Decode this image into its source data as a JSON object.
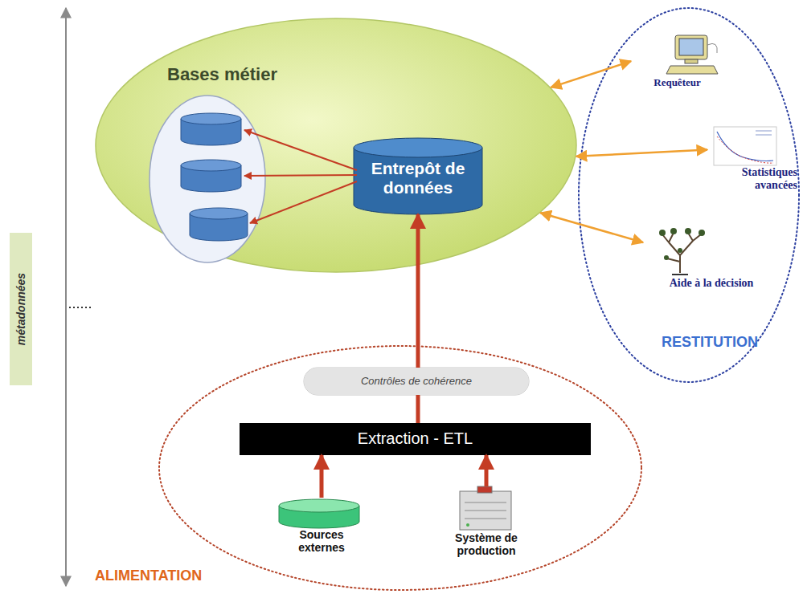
{
  "diagram": {
    "nodes": [
      {
        "text": [
          "Bases métier"
        ]
      },
      {
        "text": [
          "Entrepôt de données"
        ],
        "in": 0
      },
      {
        "text": [
          "RESTITUTION"
        ]
      },
      {
        "text": [
          "Requêteur"
        ],
        "in": 2
      },
      {
        "text": [
          "Statistiques avancées"
        ],
        "in": 2
      },
      {
        "text": [
          "Aide à la décision"
        ],
        "in": 2
      },
      {
        "text": [
          "ALIMENTATION"
        ]
      },
      {
        "text": [
          "Contrôles de cohérence"
        ],
        "in": 6
      },
      {
        "text": [
          "Extraction - ETL"
        ],
        "in": 6
      },
      {
        "text": [
          "Sources externes"
        ],
        "in": 6
      },
      {
        "text": [
          "Système de production"
        ],
        "in": 6
      }
    ],
    "edges": [
      {
        "from": 0,
        "to": 3,
        "arrow": "both"
      },
      {
        "from": 0,
        "to": 4,
        "arrow": "both"
      },
      {
        "from": 0,
        "to": 5,
        "arrow": "both"
      },
      {
        "from": 9,
        "to": 8,
        "arrow": "to"
      },
      {
        "from": 10,
        "to": 8,
        "arrow": "to"
      },
      {
        "from": 8,
        "to": 1,
        "arrow": "to"
      }
    ],
    "labels": [
      "métadonnées"
    ]
  }
}
